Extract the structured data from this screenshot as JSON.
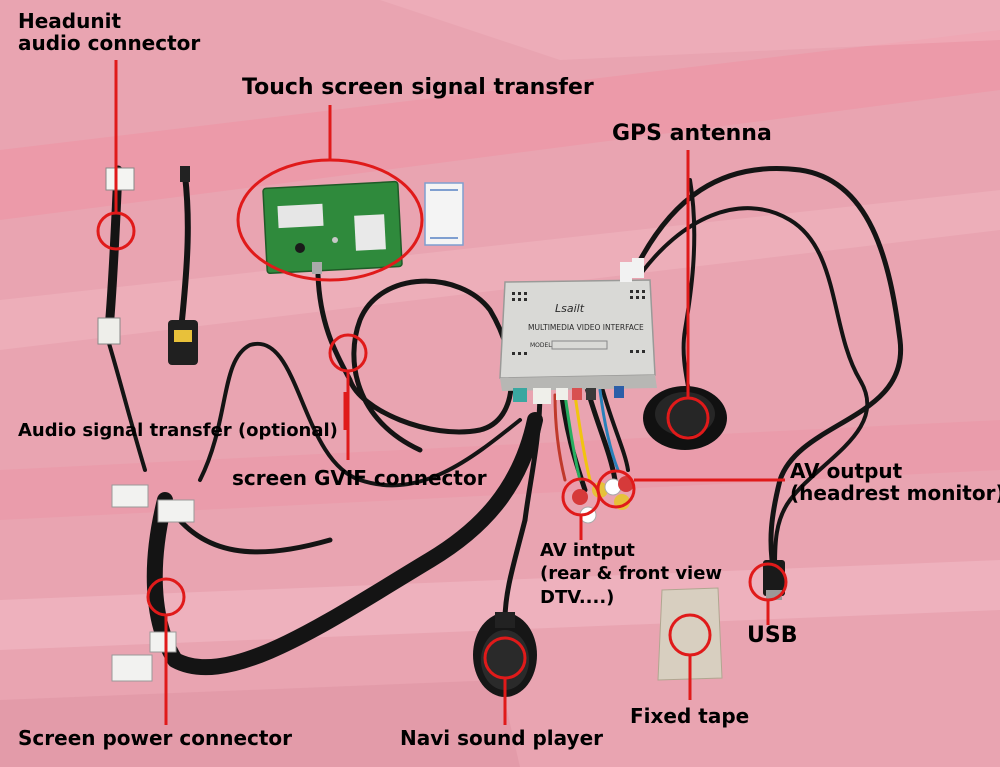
{
  "labels": {
    "headunit_audio": [
      "Headunit",
      "audio connector"
    ],
    "touch_screen": "Touch screen signal transfer",
    "gps_antenna": "GPS antenna",
    "audio_signal": "Audio signal transfer (optional)",
    "screen_gvif": "screen GVIF connector",
    "av_output": [
      "AV output",
      "(headrest monitor)"
    ],
    "av_input": [
      "AV intput",
      "(rear & front view",
      "DTV....)"
    ],
    "usb": "USB",
    "fixed_tape": "Fixed tape",
    "screen_power": "Screen power connector",
    "navi_sound": "Navi sound player"
  },
  "device": {
    "brand": "Lsailt",
    "subtitle": "MULTIMEDIA VIDEO INTERFACE",
    "model_label": "MODEL"
  },
  "colors": {
    "background": "#e9a4b1",
    "highlight": "#e01a1a",
    "cable": "#141414",
    "pcb": "#2f8a3c",
    "device": "#d9d9d6"
  }
}
